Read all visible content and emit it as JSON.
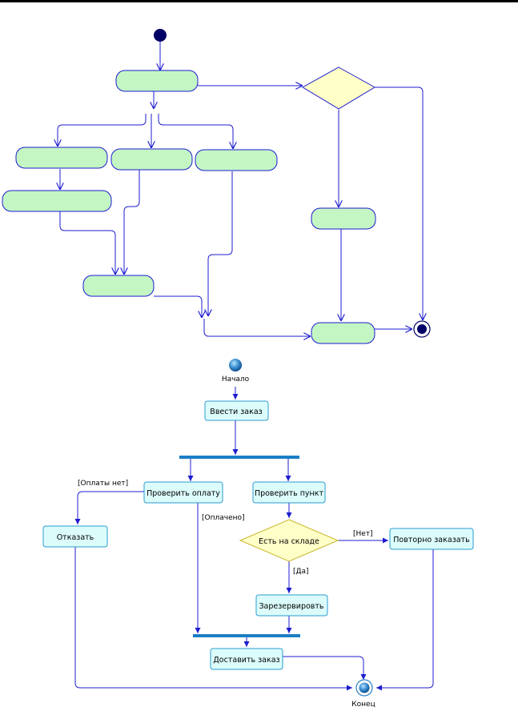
{
  "diagram2": {
    "start_label": "Начало",
    "end_label": "Конец",
    "actions": {
      "enter_order": "Ввести заказ",
      "check_payment": "Проверить оплату",
      "check_item": "Проверить пункт",
      "reject": "Отказать",
      "reorder": "Повторно заказать",
      "reserve": "Зарезервировть",
      "deliver": "Доставить заказ"
    },
    "decision": "Есть на складе",
    "guards": {
      "no_payment": "[Оплаты нет]",
      "paid": "[Оплачено]",
      "no": "[Нет]",
      "yes": "[Да]"
    }
  },
  "colors": {
    "flow_line": "#1c1cd0",
    "action_fill_top": "#b8f5b8",
    "action_fill_bottom": "#e3ffff",
    "decision_fill": "#ffffc8",
    "fork_bar": "#1a7fc4",
    "node_dark": "#000066"
  }
}
